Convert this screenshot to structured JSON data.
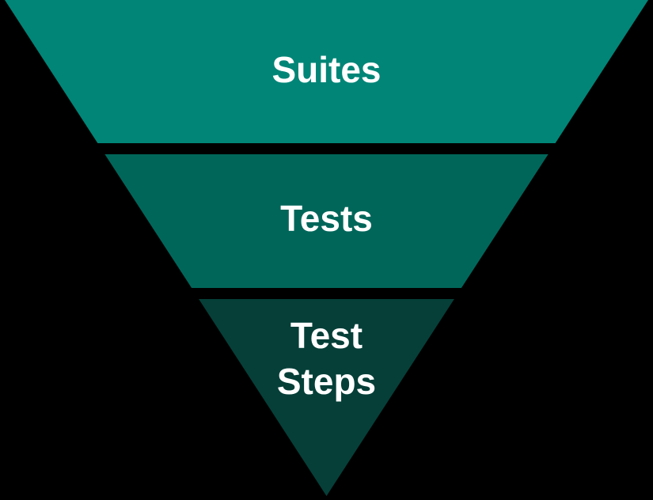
{
  "canvas": {
    "background": "#000000",
    "text_color": "#ffffff"
  },
  "funnel": {
    "type": "inverted-pyramid",
    "segments": [
      {
        "label": "Suites",
        "color": "#008577"
      },
      {
        "label": "Tests",
        "color": "#00665A"
      },
      {
        "label": "Test Steps",
        "lines": [
          "Test",
          "Steps"
        ],
        "color": "#053F38"
      }
    ]
  }
}
